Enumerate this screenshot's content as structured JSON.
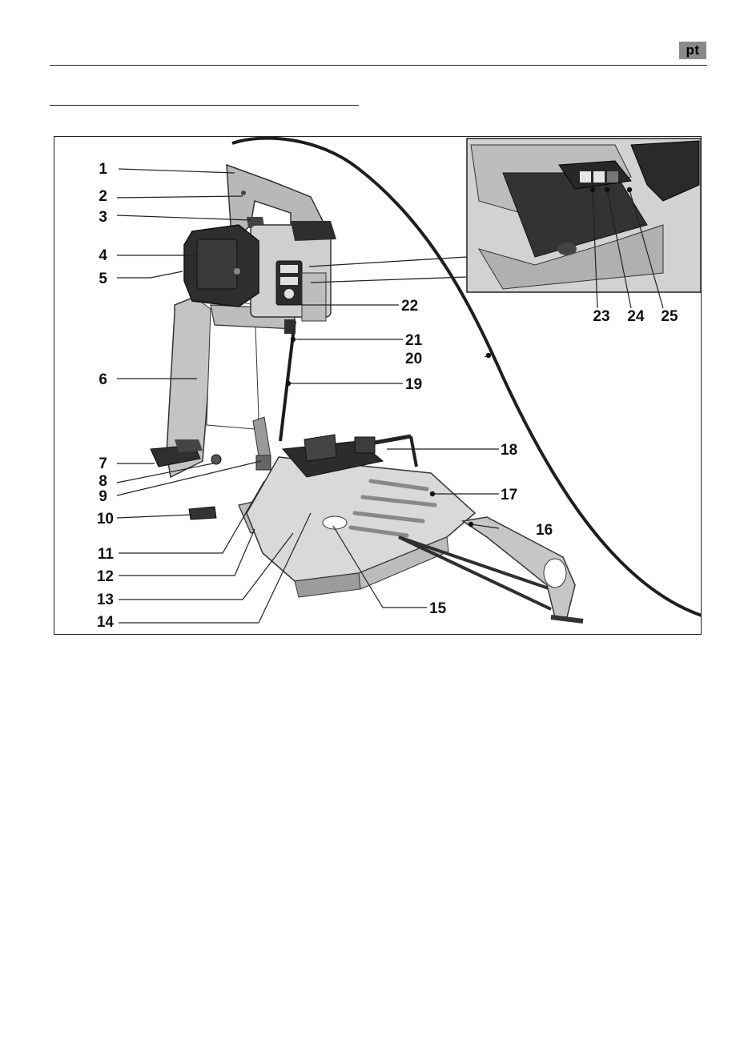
{
  "header": {
    "language_badge": "pt"
  },
  "figure": {
    "callouts": [
      "1",
      "2",
      "3",
      "4",
      "5",
      "6",
      "7",
      "8",
      "9",
      "10",
      "11",
      "12",
      "13",
      "14",
      "15",
      "16",
      "17",
      "18",
      "19",
      "20",
      "21",
      "22",
      "23",
      "24",
      "25"
    ]
  },
  "colors": {
    "badge": "#8a8a8a",
    "frame_gray": "#bdbdbd",
    "dark_part": "#2e2e2e"
  }
}
